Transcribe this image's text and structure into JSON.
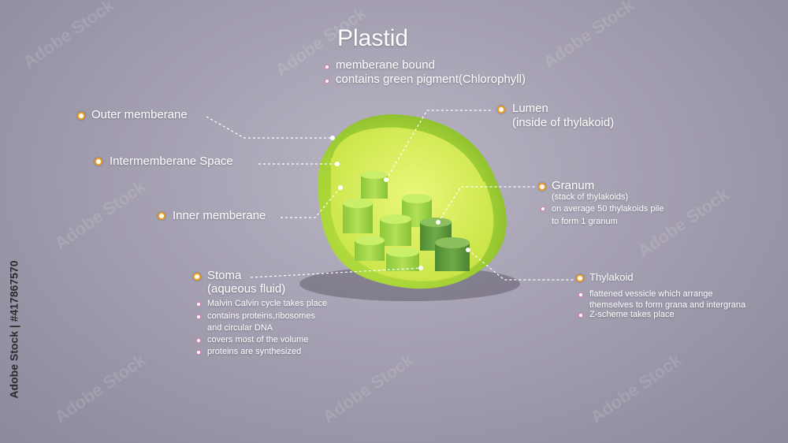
{
  "title": "Plastid",
  "title_points": [
    "memberane bound",
    "contains green pigment(Chlorophyll)"
  ],
  "labels": {
    "outer": "Outer memberane",
    "intermembrane": "Intermemberane Space",
    "inner": "Inner memberane",
    "lumen_1": "Lumen",
    "lumen_2": "(inside of thylakoid)",
    "granum": "Granum",
    "granum_sub": "(stack of thylakoids)",
    "granum_note_1": "on average 50 thylakoids pile",
    "granum_note_2": "to form 1 granum",
    "thylakoid": "Thylakoid",
    "thylakoid_note_1": "flattened vessicle which arrange",
    "thylakoid_note_2": "themselves to form grana and intergrana",
    "thylakoid_note_3": "Z-scheme takes place",
    "stroma_1": "Stoma",
    "stroma_2": "(aqueous fluid)",
    "stroma_notes": [
      "Malvin Calvin cycle takes place",
      "contains proteins,ribosomes",
      "and circular DNA",
      "covers most of the volume",
      "proteins are synthesized"
    ]
  },
  "watermark": "Adobe Stock",
  "side_id": "Adobe Stock | #417867570",
  "colors": {
    "outer_green": "#a9d63a",
    "inner_yellow": "#d9ef5a",
    "granum_green": "#9ad83a",
    "dark_granum": "#5a9a3a",
    "dot_ring": "#f0a020"
  }
}
